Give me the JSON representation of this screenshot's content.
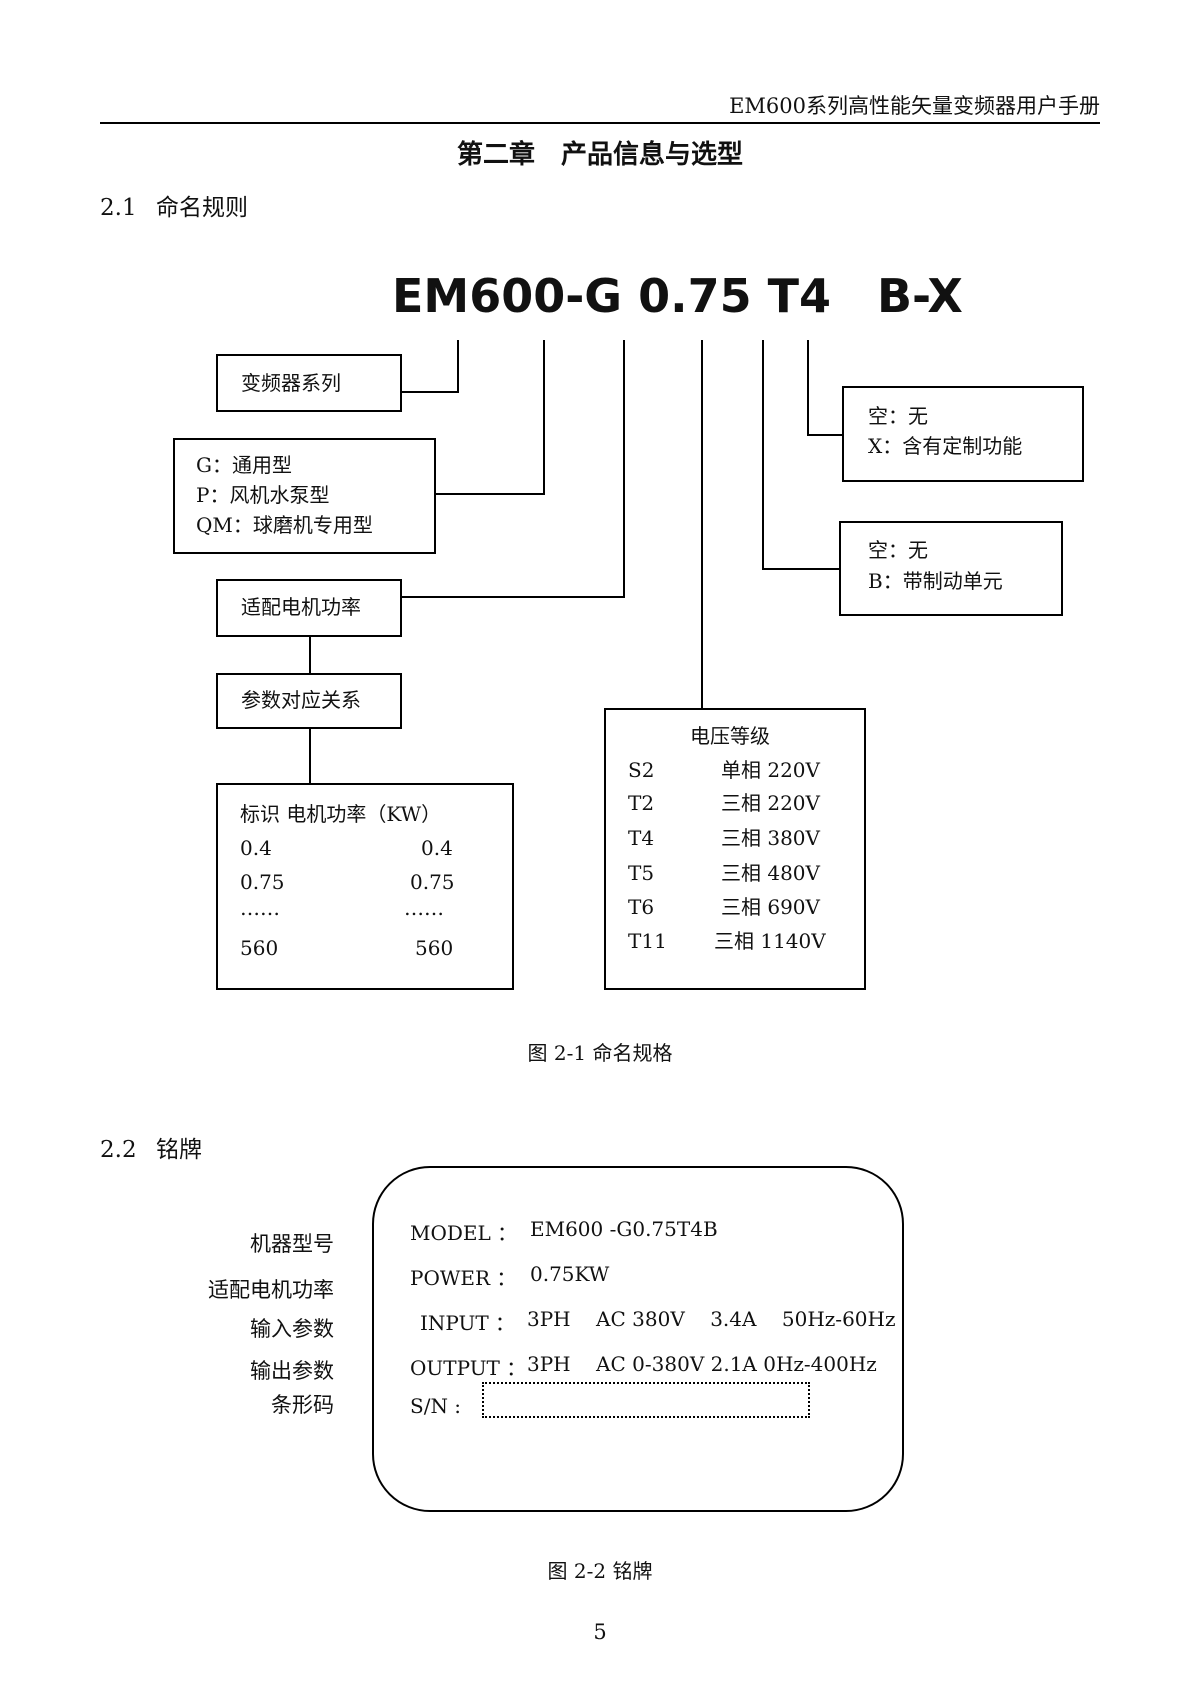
{
  "header": {
    "running_title": "EM600系列高性能矢量变频器用户手册"
  },
  "chapter": {
    "title": "第二章　产品信息与选型"
  },
  "section_naming": {
    "number": "2.1",
    "title": "命名规则"
  },
  "naming_diagram": {
    "model_code": "EM600-G 0.75 T4　B-X",
    "boxes": {
      "series": "变频器系列",
      "type_lines": [
        "G：通用型",
        "P：风机水泵型",
        "QM：球磨机专用型"
      ],
      "power": "适配电机功率",
      "params": "参数对应关系",
      "custom_lines": [
        "空：无",
        "X：含有定制功能"
      ],
      "brake_lines": [
        "空：无",
        "B：带制动单元"
      ]
    },
    "power_table": {
      "header": "标识  电机功率（KW）",
      "rows": [
        [
          "0.4",
          "0.4"
        ],
        [
          "0.75",
          "0.75"
        ],
        [
          "……",
          "……"
        ],
        [
          "560",
          "560"
        ]
      ]
    },
    "voltage_table": {
      "title": "电压等级",
      "rows": [
        [
          "S2",
          "单相  220V"
        ],
        [
          "T2",
          "三相  220V"
        ],
        [
          "T4",
          "三相  380V"
        ],
        [
          "T5",
          "三相  480V"
        ],
        [
          "T6",
          "三相  690V"
        ],
        [
          "T11",
          "三相  1140V"
        ]
      ]
    },
    "caption": "图  2-1  命名规格"
  },
  "section_nameplate": {
    "number": "2.2",
    "title": "铭牌"
  },
  "nameplate": {
    "labels": [
      "机器型号",
      "适配电机功率",
      "输入参数",
      "输出参数",
      "条形码"
    ],
    "model_key": "MODEL  ：",
    "model_value": "EM600 -G0.75T4B",
    "power_key": "POWER  ：",
    "power_value": "0.75KW",
    "input_key": "INPUT  ：",
    "input_value": "3PH    AC 380V    3.4A    50Hz-60Hz",
    "output_key": "OUTPUT  ：",
    "output_value": "3PH    AC 0-380V 2.1A 0Hz-400Hz",
    "sn_key": "S/N :",
    "caption": "图  2-2  铭牌"
  },
  "page_number": "5"
}
